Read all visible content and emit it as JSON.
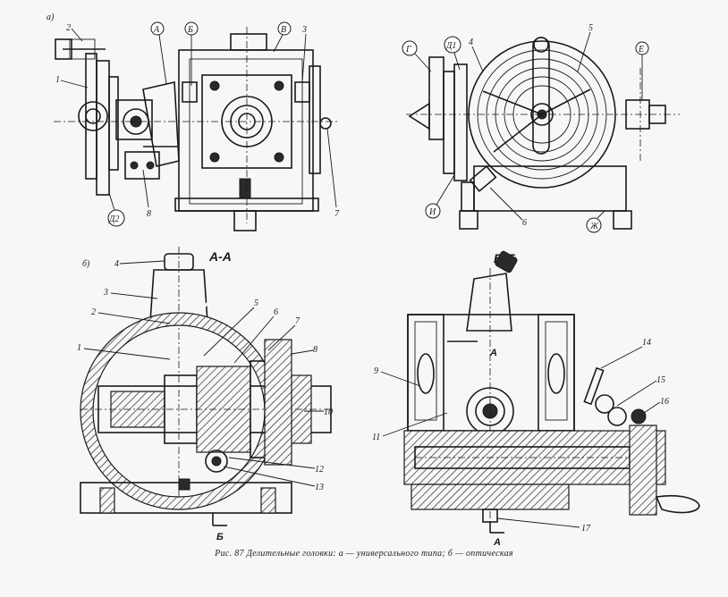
{
  "figure": {
    "caption": "Рис. 87  Делительные головки: а — универсального типа; б — оптическая",
    "view_a_marker": "а)",
    "view_b_marker": "б)",
    "section_aa": "А-А",
    "section_bb": "Б-Б",
    "arrow_b_bottom": "Б",
    "arrow_a_top": "А",
    "arrow_a_bottom": "А"
  },
  "callouts_top_left": [
    "2",
    "1",
    "А",
    "Б",
    "В",
    "3",
    "7",
    "8",
    "Д2"
  ],
  "callouts_top_right": [
    "Г",
    "Д1",
    "4",
    "5",
    "Е",
    "И",
    "6",
    "Ж"
  ],
  "callouts_bottom_left": [
    "4",
    "3",
    "2",
    "1",
    "5",
    "6",
    "7",
    "8",
    "10",
    "12",
    "13"
  ],
  "callouts_bottom_right": [
    "14",
    "15",
    "16",
    "9",
    "11",
    "17"
  ]
}
